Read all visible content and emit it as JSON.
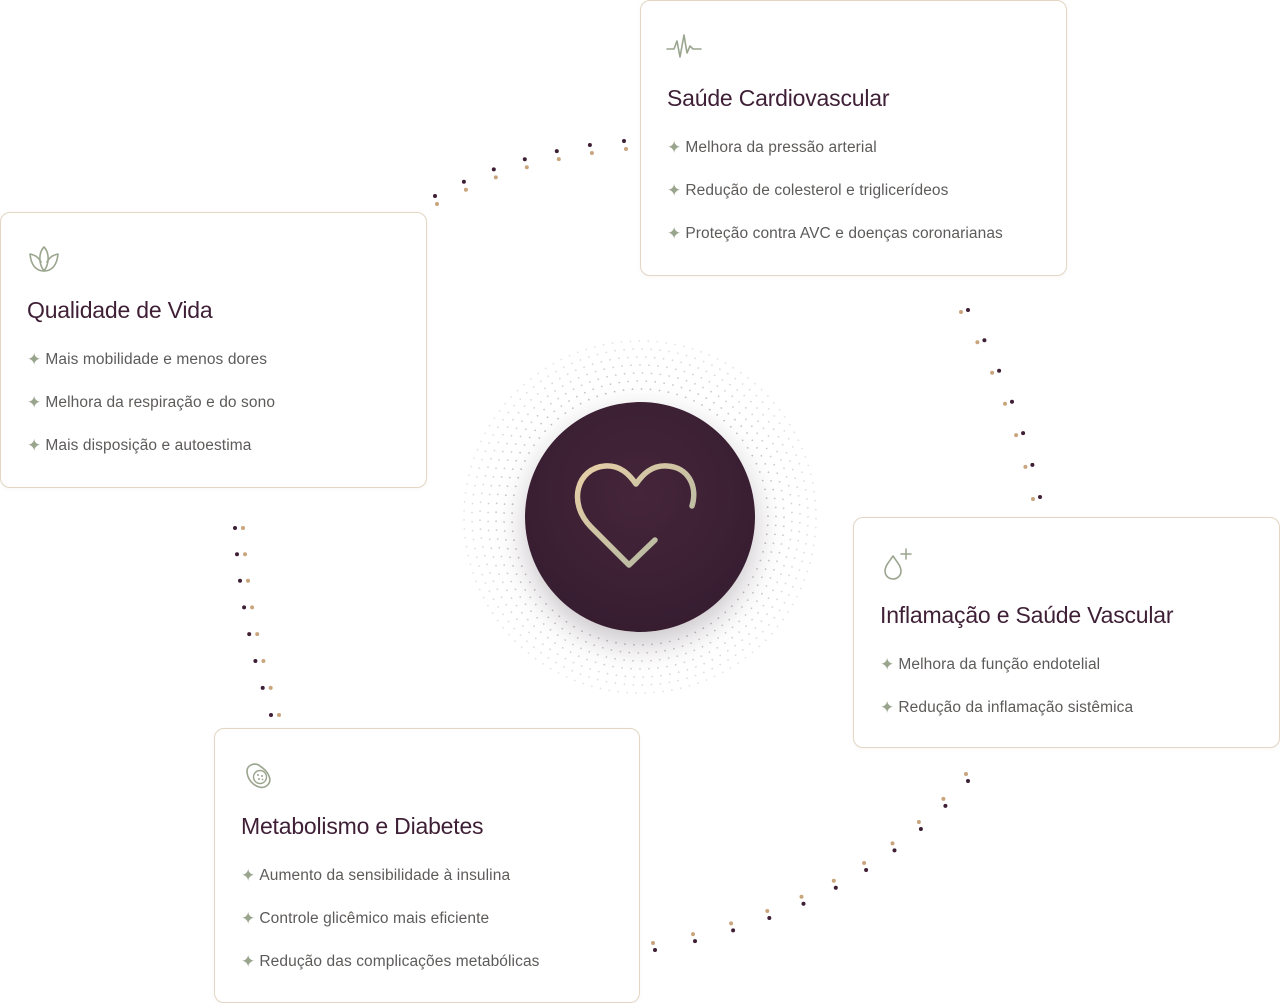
{
  "colors": {
    "plum": "#3e1f35",
    "gold": "#c9a57e",
    "sage": "#9aa58e",
    "text": "#5d5b5a",
    "border": "#e3d6c4"
  },
  "hub": {
    "icon": "heart-plus-icon"
  },
  "cards": {
    "cardio": {
      "icon": "heartbeat-pulse-icon",
      "title": "Saúde Cardiovascular",
      "items": [
        "Melhora da pressão arterial",
        "Redução de colesterol e triglicerídeos",
        "Proteção contra AVC e doenças coronarianas"
      ]
    },
    "quality": {
      "icon": "lotus-icon",
      "title": "Qualidade de Vida",
      "items": [
        "Mais mobilidade e menos dores",
        "Melhora da respiração e do sono",
        "Mais disposição e autoestima"
      ]
    },
    "inflammation": {
      "icon": "drop-plus-icon",
      "title": "Inflamação e Saúde Vascular",
      "items": [
        "Melhora da função endotelial",
        "Redução da inflamação sistêmica"
      ]
    },
    "metabolism": {
      "icon": "cell-icon",
      "title": "Metabolismo e Diabetes",
      "items": [
        "Aumento da sensibilidade à insulina",
        "Controle glicêmico mais eficiente",
        "Redução das complicações metabólicas"
      ]
    }
  }
}
